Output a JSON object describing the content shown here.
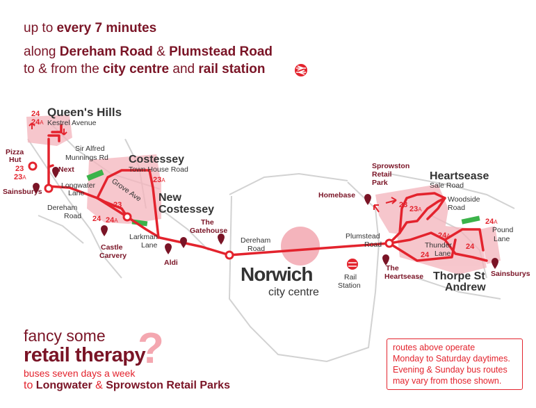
{
  "header": {
    "line1_pre": "up to ",
    "line1_bold": "every 7 minutes",
    "line2_pre": "along ",
    "line2_bold1": "Dereham Road",
    "line2_mid": " & ",
    "line2_bold2": "Plumstead Road",
    "line3_pre": "to & from the ",
    "line3_bold1": "city centre",
    "line3_mid": " and ",
    "line3_bold2": "rail station"
  },
  "map": {
    "colors": {
      "route": "#e3232d",
      "dark": "#7a1426",
      "shade": "#f4b4bc",
      "park": "#3cb34a",
      "roads": "#cccccc"
    },
    "areas": {
      "queens_hills": "Queen's Hills",
      "costessey": "Costessey",
      "new_costessey_1": "New",
      "new_costessey_2": "Costessey",
      "heartsease": "Heartsease",
      "thorpe_1": "Thorpe St",
      "thorpe_2": "Andrew",
      "norwich": "Norwich",
      "city_centre": "city centre"
    },
    "roads": {
      "kestrel": "Kestrel Avenue",
      "sir_alfred_1": "Sir Alfred",
      "sir_alfred_2": "Munnings Rd",
      "town_house": "Town House Road",
      "longwater_1": "Longwater",
      "longwater_2": "Lane",
      "grove": "Grove Ave",
      "dereham_w_1": "Dereham",
      "dereham_w_2": "Road",
      "larkman_1": "Larkman",
      "larkman_2": "Lane",
      "dereham_c_1": "Dereham",
      "dereham_c_2": "Road",
      "plumstead_1": "Plumstead",
      "plumstead_2": "Road",
      "sale": "Sale Road",
      "woodside_1": "Woodside",
      "woodside_2": "Road",
      "thunder_1": "Thunder",
      "thunder_2": "Lane",
      "pound_1": "Pound",
      "pound_2": "Lane"
    },
    "places": {
      "pizza_1": "Pizza",
      "pizza_2": "Hut",
      "next": "Next",
      "sainsburys_w": "Sainsburys",
      "castle_1": "Castle",
      "castle_2": "Carvery",
      "aldi": "Aldi",
      "gatehouse_1": "The",
      "gatehouse_2": "Gatehouse",
      "homebase": "Homebase",
      "sprowston_1": "Sprowston",
      "sprowston_2": "Retail",
      "sprowston_3": "Park",
      "heartsease_1": "The",
      "heartsease_2": "Heartsease",
      "rail_1": "Rail",
      "rail_2": "Station",
      "sainsburys_e": "Sainsburys"
    },
    "routes": {
      "r24": "24",
      "r24a": "24",
      "r23": "23",
      "r23a": "23",
      "suffix_a": "A"
    }
  },
  "retail": {
    "fancy": "fancy some",
    "therapy": "retail therapy",
    "qmark": "?",
    "buses": "buses seven days a week",
    "parks_pre": "to ",
    "parks_bold1": "Longwater",
    "parks_mid": " & ",
    "parks_bold2": "Sprowston Retail Parks"
  },
  "note": {
    "line1": "routes above operate",
    "line2": "Monday to Saturday daytimes.",
    "line3": "Evening & Sunday bus routes",
    "line4": "may vary from those shown."
  }
}
